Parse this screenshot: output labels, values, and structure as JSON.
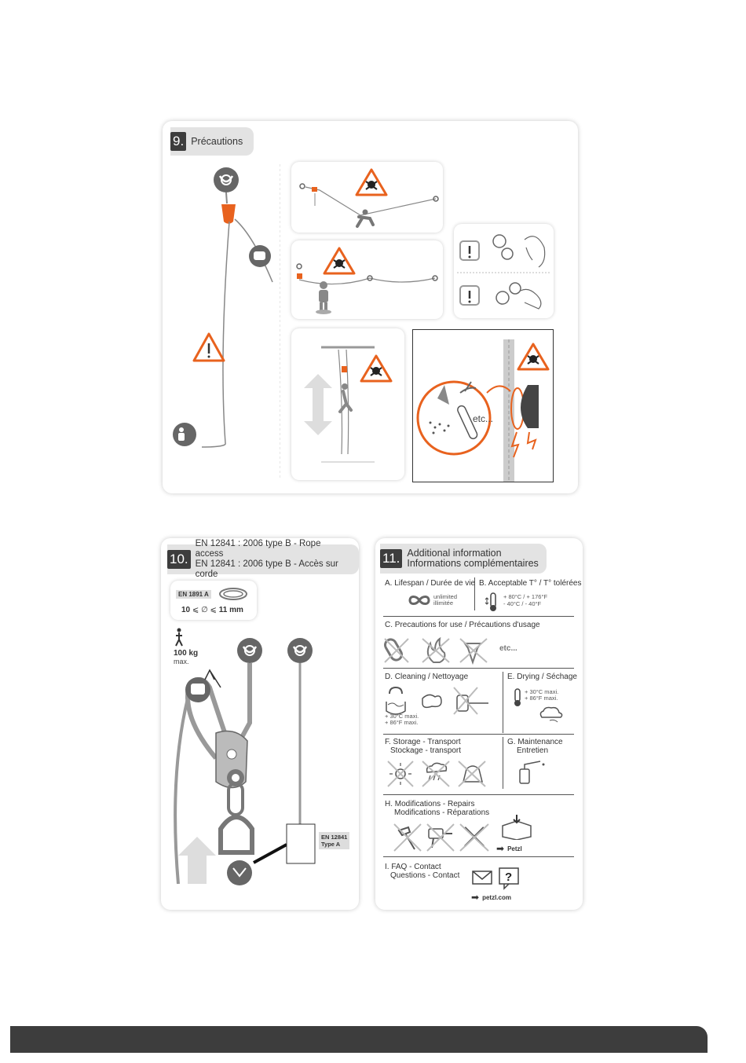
{
  "panel9": {
    "number": "9.",
    "title": "Précautions",
    "etc_label": "etc..."
  },
  "panel10": {
    "number": "10.",
    "title_line1": "EN 12841 : 2006 type B - Rope access",
    "title_line2": "EN 12841 : 2006 type B - Accès sur corde",
    "rope_standard": "EN 1891 A",
    "rope_diameter_min": "10",
    "rope_diameter_max": "11 mm",
    "max_load": "100 kg",
    "max_label": "max.",
    "device_standard_line1": "EN 12841",
    "device_standard_line2": "Type A"
  },
  "panel11": {
    "number": "11.",
    "title_line1": "Additional information",
    "title_line2": "Informations complémentaires",
    "A": {
      "title": "A. Lifespan / Durée de vie",
      "line1": "unlimited",
      "line2": "illimitée"
    },
    "B": {
      "title": "B. Acceptable T° / T° tolérées",
      "line1": "+ 80°C / + 176°F",
      "line2": "- 40°C / - 40°F"
    },
    "C": {
      "title": "C. Precautions for use / Précautions d'usage",
      "etc": "etc..."
    },
    "D": {
      "title": "D. Cleaning / Nettoyage",
      "line1": "+ 30°C maxi.",
      "line2": "+ 86°F maxi."
    },
    "E": {
      "title": "E. Drying / Séchage",
      "line1": "+ 30°C maxi.",
      "line2": "+ 86°F maxi."
    },
    "F": {
      "title_line1": "F. Storage - Transport",
      "title_line2": "Stockage - transport"
    },
    "G": {
      "title_line1": "G. Maintenance",
      "title_line2": "Entretien"
    },
    "H": {
      "title_line1": "H. Modifications - Repairs",
      "title_line2": "Modifications - Réparations",
      "brand": "Petzl"
    },
    "I": {
      "title_line1": "I. FAQ - Contact",
      "title_line2": "Questions - Contact",
      "website": "petzl.com"
    }
  },
  "colors": {
    "accent": "#e8621e",
    "dark": "#3d3d3d",
    "icon_gray": "#666666"
  }
}
